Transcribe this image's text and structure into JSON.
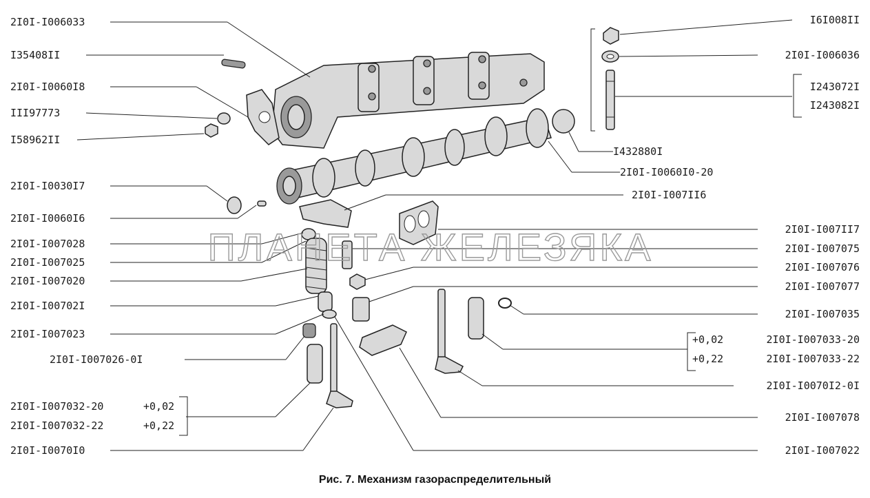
{
  "caption": "Рис. 7. Механизм газораспределительный",
  "watermark": "ПЛАНЕТА ЖЕЛЕЗЯКА",
  "labels": {
    "l01": "2I0I-I006033",
    "l02": "I35408II",
    "l03": "2I0I-I0060I8",
    "l04": "III97773",
    "l05": "I58962II",
    "l06": "2I0I-I0030I7",
    "l07": "2I0I-I0060I6",
    "l08": "2I0I-I007028",
    "l09": "2I0I-I007025",
    "l10": "2I0I-I007020",
    "l11": "2I0I-I00702I",
    "l12": "2I0I-I007023",
    "l13": "2I0I-I007026-0I",
    "l14": "2I0I-I007032-20",
    "l14t": "+0,02",
    "l15": "2I0I-I007032-22",
    "l15t": "+0,22",
    "l16": "2I0I-I0070I0",
    "r01": "I6I008II",
    "r02": "2I0I-I006036",
    "r03": "I243072I",
    "r04": "I243082I",
    "r05": "I432880I",
    "r06": "2I0I-I0060I0-20",
    "r07": "2I0I-I007II6",
    "r08": "2I0I-I007II7",
    "r09": "2I0I-I007075",
    "r10": "2I0I-I007076",
    "r11": "2I0I-I007077",
    "r12": "2I0I-I007035",
    "r13t": "+0,02",
    "r13": "2I0I-I007033-20",
    "r14t": "+0,22",
    "r14": "2I0I-I007033-22",
    "r15": "2I0I-I0070I2-0I",
    "r16": "2I0I-I007078",
    "r17": "2I0I-I007022"
  }
}
